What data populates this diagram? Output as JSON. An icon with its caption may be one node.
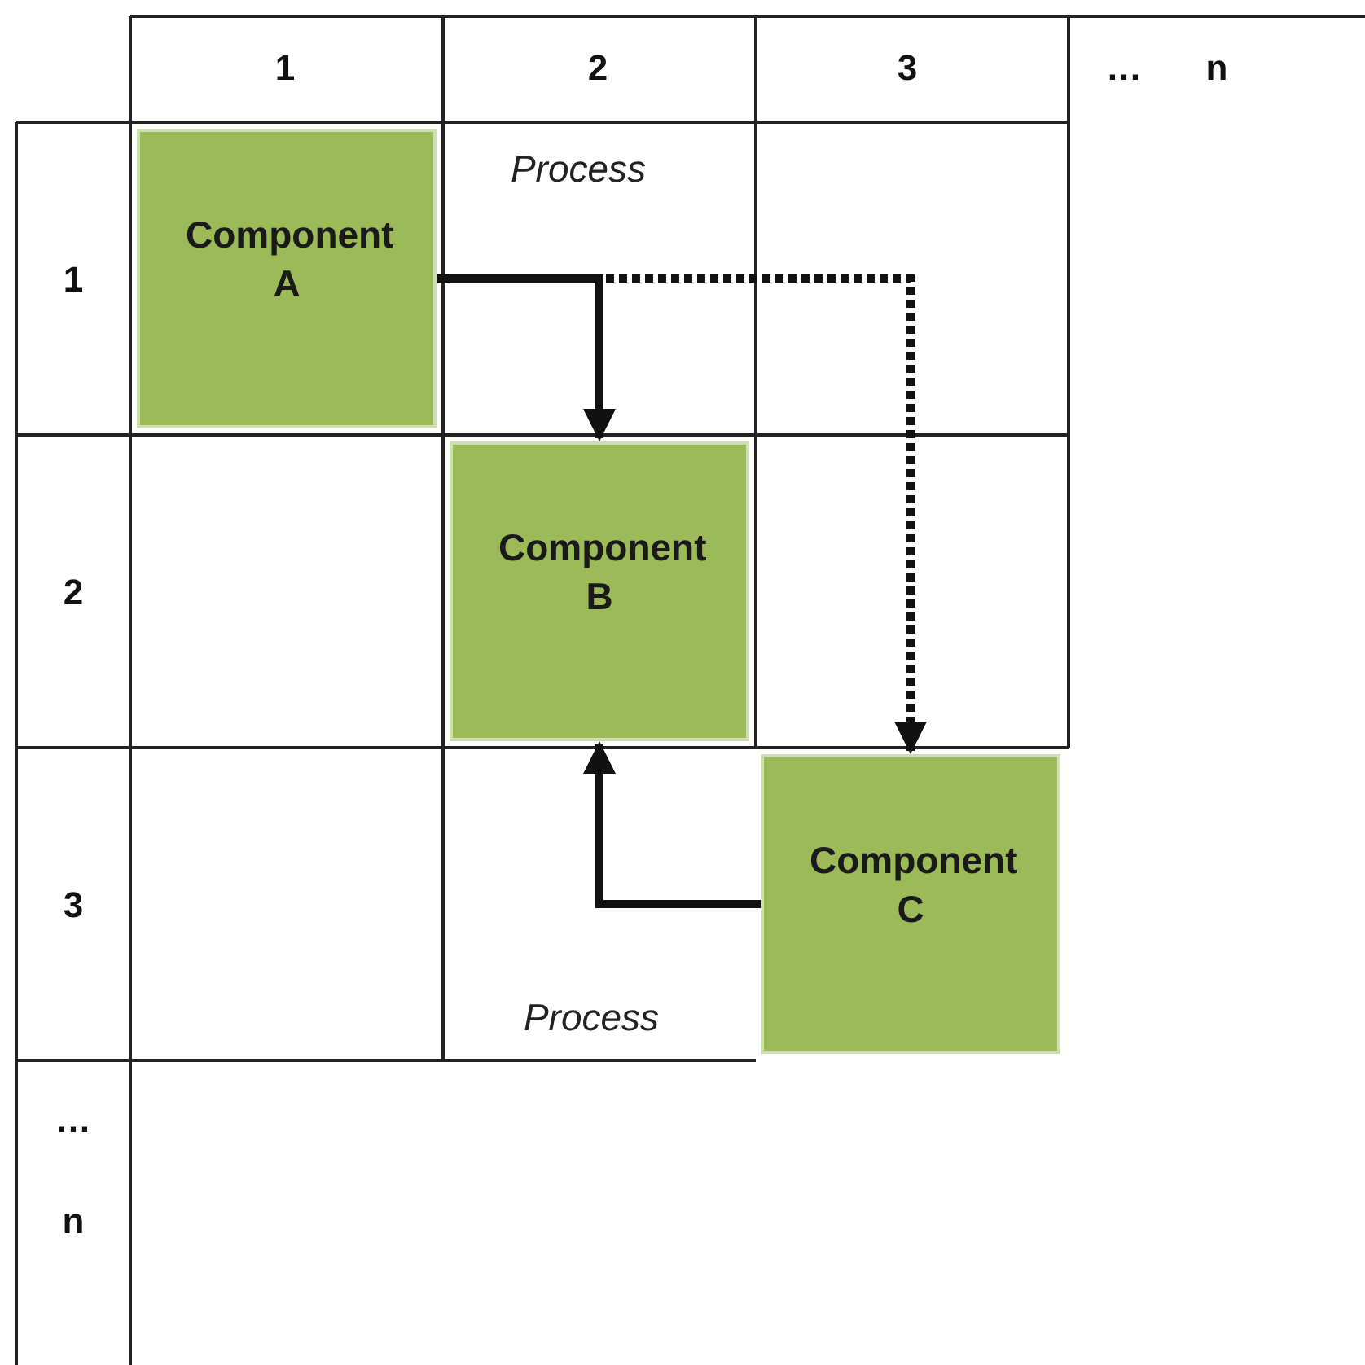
{
  "diagram": {
    "nodes": [
      {
        "text": [
          "Component A"
        ]
      },
      {
        "text": [
          "Component B"
        ]
      },
      {
        "text": [
          "Component C"
        ]
      }
    ],
    "edges": [
      {
        "from": 0,
        "to": 1,
        "arrow": "to",
        "label": "Process"
      },
      {
        "from": 0,
        "to": 2,
        "arrow": "to",
        "style": "dashed"
      },
      {
        "from": 2,
        "to": 1,
        "arrow": "to",
        "label": "Process"
      }
    ],
    "labels": [
      "1",
      "2",
      "3",
      "…",
      "n",
      "1",
      "2",
      "3",
      "…",
      "n"
    ]
  }
}
